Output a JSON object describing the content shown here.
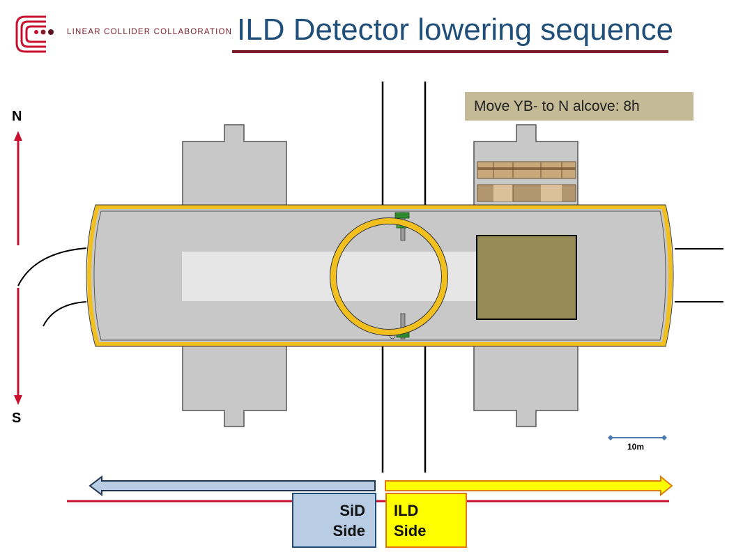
{
  "header": {
    "logo_text": "LINEAR COLLIDER COLLABORATION",
    "title": "ILD Detector lowering sequence"
  },
  "status_label": "Move YB- to N alcove: 8h",
  "compass": {
    "north": "N",
    "south": "S"
  },
  "scale_bar": {
    "label": "10m"
  },
  "sides": {
    "sid": {
      "line1": "SiD",
      "line2": "Side"
    },
    "ild": {
      "line1": "ILD",
      "line2": "Side"
    }
  },
  "colors": {
    "title": "#1f4e79",
    "accent": "#7a1b2b",
    "cavern_outline": "#f2c01e",
    "cavern_fill": "#c8c8c8",
    "detector_block": "#978c57",
    "sid_side": "#b8cce4",
    "ild_side": "#ffff00"
  }
}
